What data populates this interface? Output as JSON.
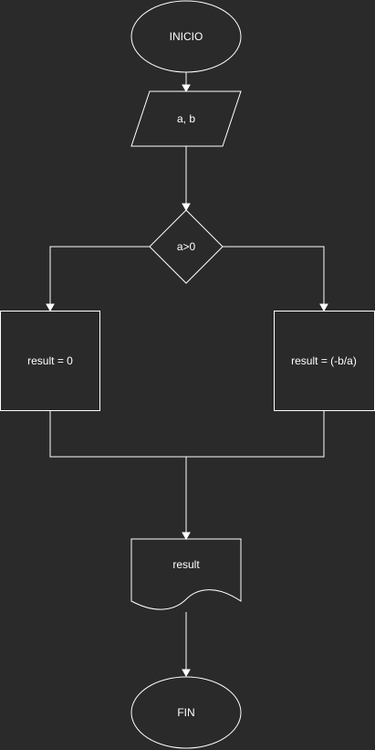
{
  "nodes": {
    "start": {
      "label": "INICIO"
    },
    "input": {
      "label": "a, b"
    },
    "decision": {
      "label": "a>0"
    },
    "left_process": {
      "label": "result = 0"
    },
    "right_process": {
      "label": "result = (-b/a)"
    },
    "output": {
      "label": "result"
    },
    "end": {
      "label": "FIN"
    }
  }
}
